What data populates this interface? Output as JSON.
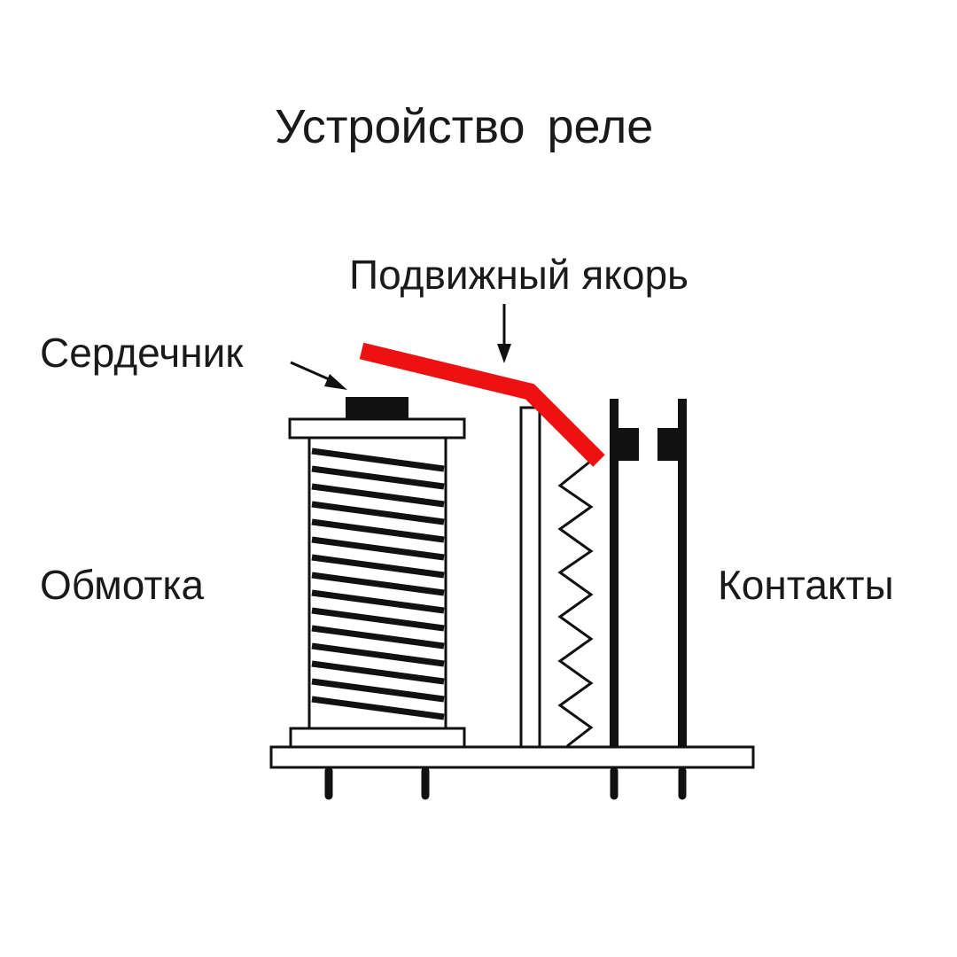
{
  "title": "Устройство реле",
  "labels": {
    "armature": "Подвижный якорь",
    "core": "Сердечник",
    "winding": "Обмотка",
    "contacts": "Контакты"
  },
  "colors": {
    "armature": "#ee1111",
    "stroke": "#111111",
    "background": "#ffffff"
  }
}
